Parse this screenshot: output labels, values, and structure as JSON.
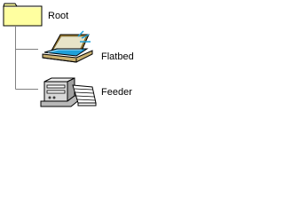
{
  "tree": {
    "root": {
      "label": "Root",
      "icon": "folder-icon"
    },
    "children": [
      {
        "label": "Flatbed",
        "icon": "flatbed-scanner-icon"
      },
      {
        "label": "Feeder",
        "icon": "document-feeder-icon"
      }
    ]
  },
  "colors": {
    "folder_fill": "#ffffa0",
    "line": "#808080",
    "text": "#000000"
  }
}
